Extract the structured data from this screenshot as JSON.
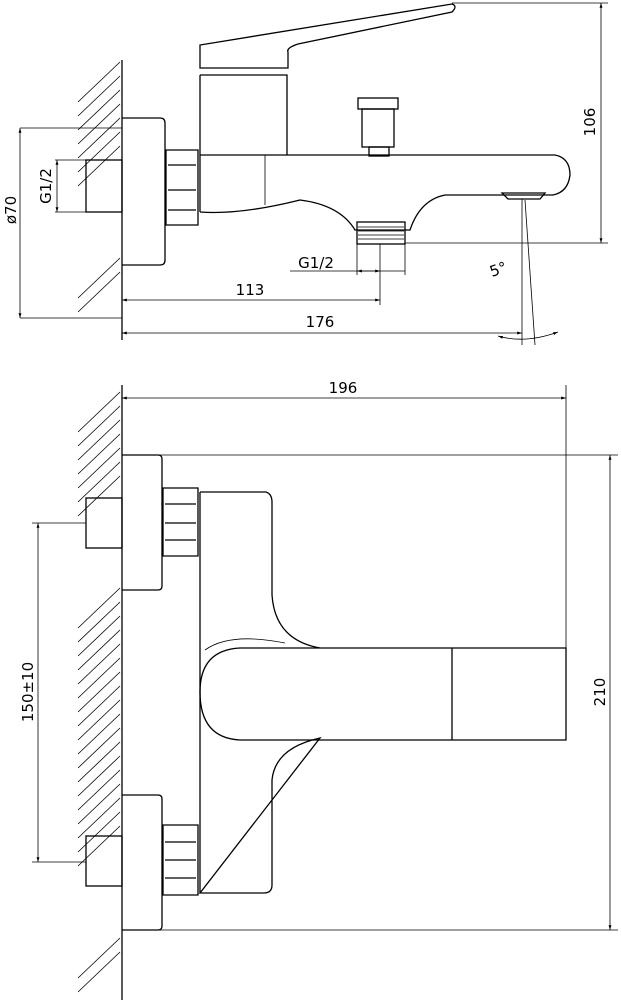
{
  "side_view": {
    "flange_diameter": "ø70",
    "inlet_thread": "G1/2",
    "height": "106",
    "outlet_thread": "G1/2",
    "spout_angle": "5°",
    "outlet_offset": "113",
    "spout_reach": "176"
  },
  "top_view": {
    "overall_width": "196",
    "overall_length": "210",
    "inlet_spacing": "150±10"
  }
}
